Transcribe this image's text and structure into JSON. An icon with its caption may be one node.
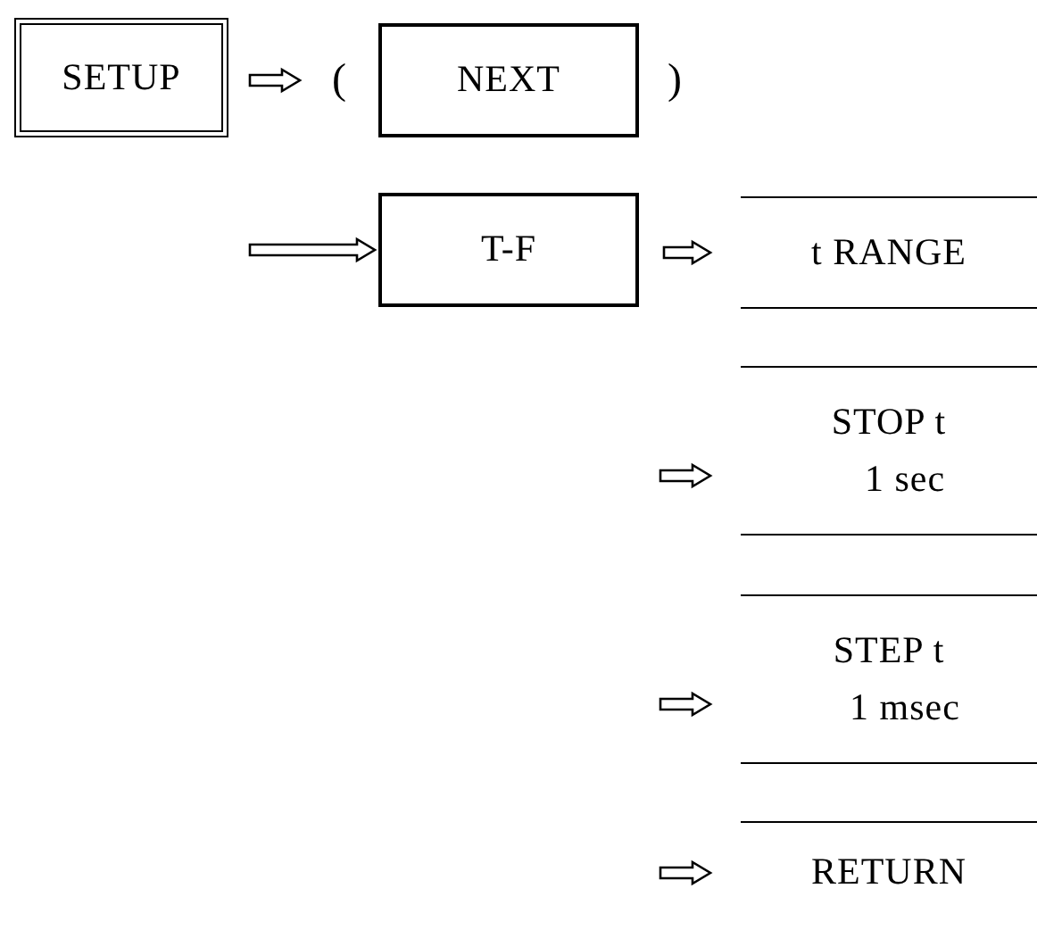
{
  "diagram": {
    "nodes": [
      {
        "text": [
          "SETUP"
        ]
      },
      {
        "text": [
          "NEXT"
        ]
      },
      {
        "text": [
          "T-F"
        ]
      },
      {
        "text": [
          "t RANGE"
        ]
      },
      {
        "text": [
          "STOP t",
          "1 sec"
        ]
      },
      {
        "text": [
          "STEP t",
          "1 msec"
        ]
      },
      {
        "text": [
          "RETURN"
        ]
      }
    ],
    "edges": [
      {
        "from": 0,
        "to": 1,
        "arrow": "to"
      },
      {
        "from": null,
        "to": 2,
        "arrow": "to"
      },
      {
        "from": 2,
        "to": 3,
        "arrow": "to"
      },
      {
        "from": null,
        "to": 4,
        "arrow": "to"
      },
      {
        "from": null,
        "to": 5,
        "arrow": "to"
      },
      {
        "from": null,
        "to": 6,
        "arrow": "to"
      }
    ],
    "labels": [
      "(",
      ")"
    ]
  }
}
